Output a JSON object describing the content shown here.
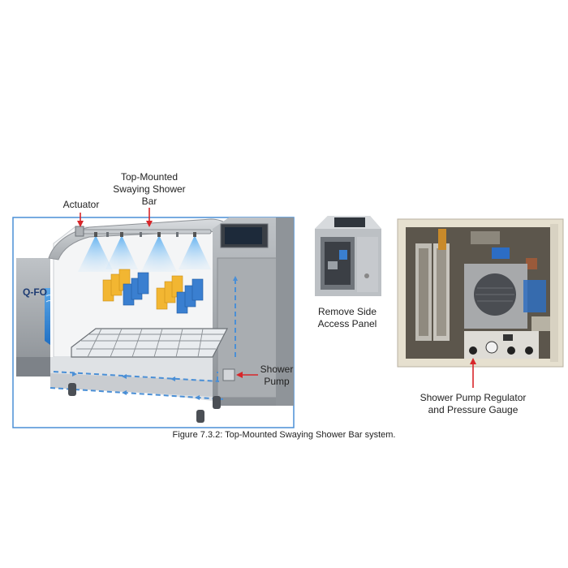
{
  "labels": {
    "shower_bar_line1": "Top-Mounted",
    "shower_bar_line2": "Swaying Shower",
    "shower_bar_line3": "Bar",
    "actuator": "Actuator",
    "shower_pump_line1": "Shower",
    "shower_pump_line2": "Pump",
    "side_panel_line1": "Remove Side",
    "side_panel_line2": "Access Panel",
    "regulator_line1": "Shower Pump Regulator",
    "regulator_line2": "and Pressure Gauge"
  },
  "caption": "Figure 7.3.2: Top-Mounted Swaying Shower Bar system.",
  "brand_text": "Q-FO",
  "colors": {
    "frame_blue": "#4a8fd6",
    "arrow_red": "#d8262a",
    "cabinet_gray": "#9ea3a8",
    "panel_yellow": "#f2b632",
    "panel_blue": "#3a7fd0",
    "spray_blue": "#6fb6ef",
    "photo_frame": "#e6e0cf"
  }
}
